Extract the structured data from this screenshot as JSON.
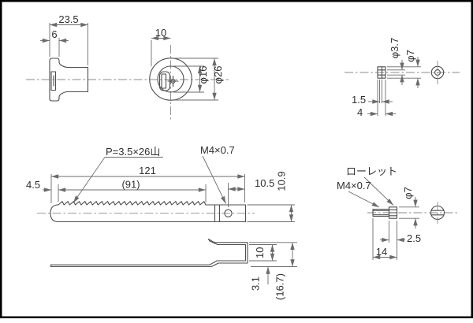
{
  "drawing": {
    "lock_side": {
      "overall_len": "23.5",
      "flange_w": "6"
    },
    "lock_front": {
      "plug_w": "10",
      "inner_dia": "φ16",
      "outer_dia": "φ26"
    },
    "washer": {
      "bore_dia": "φ3.7",
      "outer_dia": "φ7",
      "recess": "1.5",
      "thickness": "4"
    },
    "rack": {
      "pitch_note": "P=3.5×26山",
      "thread_note": "M4×0.7",
      "length": "121",
      "tooth_span": "(91)",
      "tip_offset": "4.5",
      "hole_offset": "10.5",
      "height": "10.9"
    },
    "slider": {
      "gap": "10",
      "step": "3.1",
      "overall": "(16.7)"
    },
    "screw": {
      "knurl_note": "ローレット",
      "thread_note": "M4×0.7",
      "head_dia": "φ7",
      "head_len": "2.5",
      "length": "14"
    }
  }
}
